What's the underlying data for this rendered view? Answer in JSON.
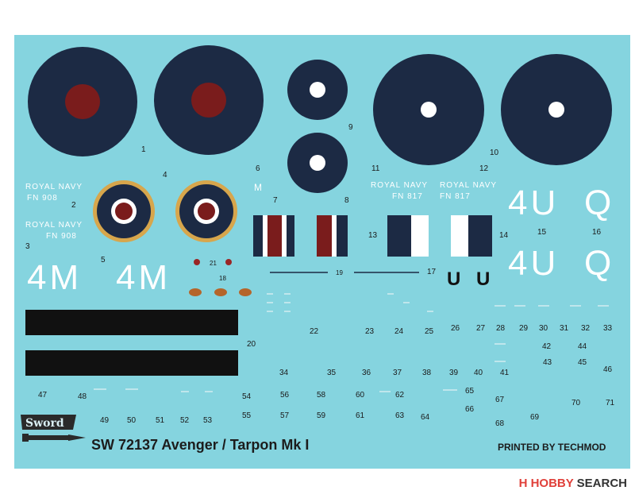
{
  "sheet": {
    "title": "SW 72137  Avenger / Tarpon Mk I",
    "printer": "PRINTED BY TECHMOD",
    "brand_logo_text": "Sword",
    "colors": {
      "background": "#85d4df",
      "roundel_blue": "#1c2a44",
      "roundel_red": "#7a1c1c",
      "outline_yellow": "#d7a64c",
      "white": "#ffffff"
    }
  },
  "markings": {
    "royal_navy_1": "ROYAL NAVY",
    "fn908_1": "FN 908",
    "royal_navy_2": "ROYAL NAVY",
    "fn908_2": "FN 908",
    "royal_navy_3": "ROYAL NAVY",
    "fn817_1": "FN 817",
    "royal_navy_4": "ROYAL NAVY",
    "fn817_2": "FN 817",
    "code_4m_a": "4M",
    "code_4m_b": "4M",
    "code_4u_a": "4U",
    "code_q_a": "Q",
    "code_4u_b": "4U",
    "code_q_b": "Q",
    "letter_m": "M",
    "letter_u_a": "U",
    "letter_u_b": "U"
  },
  "decal_numbers": [
    "1",
    "2",
    "3",
    "4",
    "5",
    "6",
    "7",
    "8",
    "9",
    "10",
    "11",
    "12",
    "13",
    "14",
    "15",
    "16",
    "17",
    "18",
    "19",
    "20",
    "21",
    "22",
    "23",
    "24",
    "25",
    "26",
    "27",
    "28",
    "29",
    "30",
    "31",
    "32",
    "33",
    "34",
    "35",
    "36",
    "37",
    "38",
    "39",
    "40",
    "41",
    "42",
    "43",
    "44",
    "45",
    "46",
    "47",
    "48",
    "49",
    "50",
    "51",
    "52",
    "53",
    "54",
    "55",
    "56",
    "57",
    "58",
    "59",
    "60",
    "61",
    "62",
    "63",
    "64",
    "65",
    "66",
    "67",
    "68",
    "69",
    "70",
    "71"
  ],
  "watermark": {
    "brand": "HOBBY",
    "suffix": "SEARCH",
    "prefix_glyph": "H"
  }
}
